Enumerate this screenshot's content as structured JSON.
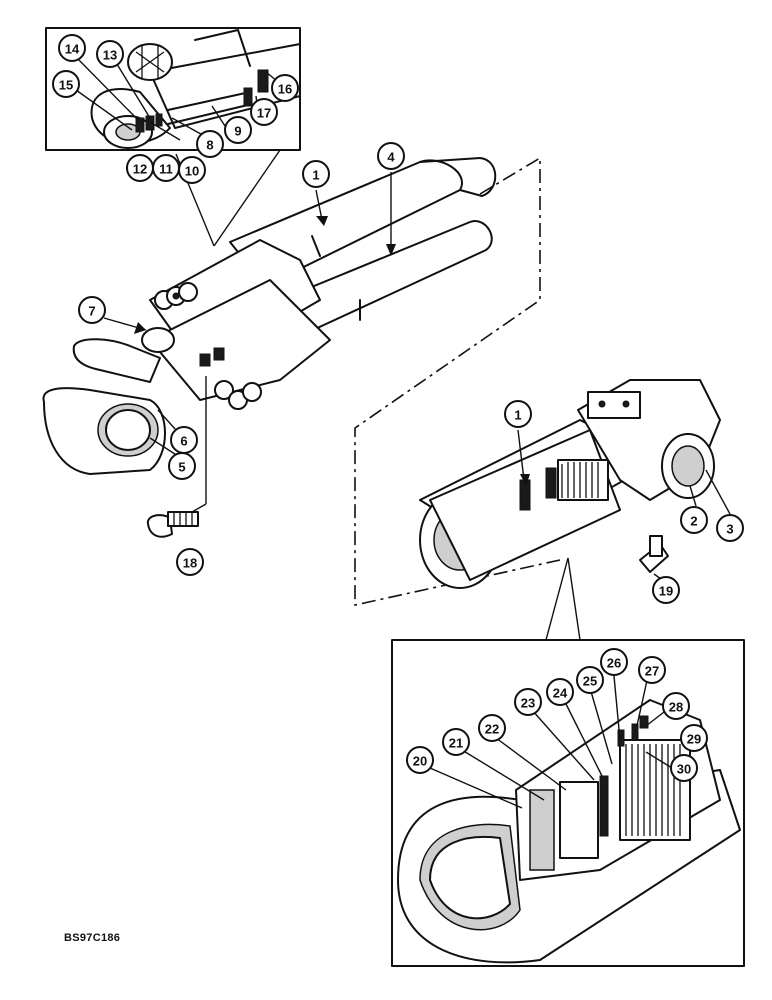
{
  "figure_code": "BS97C186",
  "callouts": [
    {
      "id": "1",
      "label": "1"
    },
    {
      "id": "1b",
      "label": "1"
    },
    {
      "id": "2",
      "label": "2"
    },
    {
      "id": "3",
      "label": "3"
    },
    {
      "id": "4",
      "label": "4"
    },
    {
      "id": "5",
      "label": "5"
    },
    {
      "id": "6",
      "label": "6"
    },
    {
      "id": "7",
      "label": "7"
    },
    {
      "id": "8",
      "label": "8"
    },
    {
      "id": "9",
      "label": "9"
    },
    {
      "id": "10",
      "label": "10"
    },
    {
      "id": "11",
      "label": "11"
    },
    {
      "id": "12",
      "label": "12"
    },
    {
      "id": "13",
      "label": "13"
    },
    {
      "id": "14",
      "label": "14"
    },
    {
      "id": "15",
      "label": "15"
    },
    {
      "id": "16",
      "label": "16"
    },
    {
      "id": "17",
      "label": "17"
    },
    {
      "id": "18",
      "label": "18"
    },
    {
      "id": "19",
      "label": "19"
    },
    {
      "id": "20",
      "label": "20"
    },
    {
      "id": "21",
      "label": "21"
    },
    {
      "id": "22",
      "label": "22"
    },
    {
      "id": "23",
      "label": "23"
    },
    {
      "id": "24",
      "label": "24"
    },
    {
      "id": "25",
      "label": "25"
    },
    {
      "id": "26",
      "label": "26"
    },
    {
      "id": "27",
      "label": "27"
    },
    {
      "id": "28",
      "label": "28"
    },
    {
      "id": "29",
      "label": "29"
    },
    {
      "id": "30",
      "label": "30"
    }
  ]
}
